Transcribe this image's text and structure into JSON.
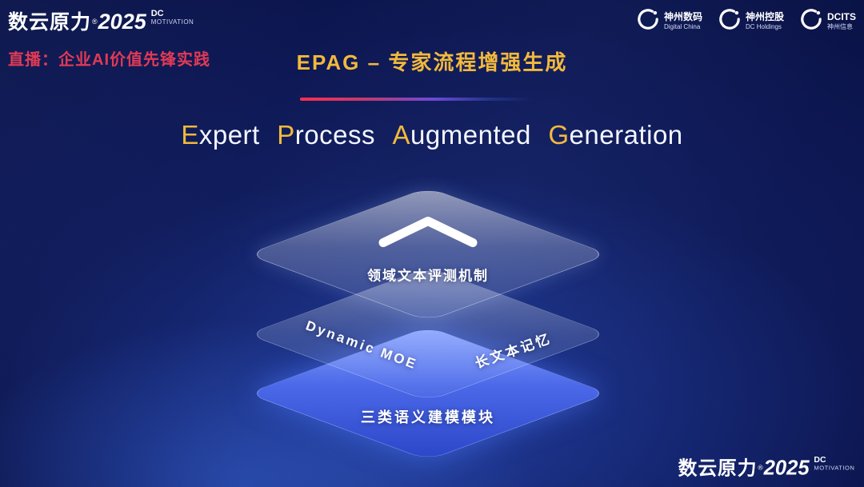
{
  "brand": {
    "cn": "数云原力",
    "reg": "®",
    "year": "2025",
    "dc": "DC",
    "motivation": "MOTIVATION"
  },
  "header": {
    "live_tag": "直播：企业AI价值先锋实践",
    "title": "EPAG – 专家流程增强生成",
    "logos": [
      {
        "line1": "神州数码",
        "line2": "Digital China"
      },
      {
        "line1": "神州控股",
        "line2": "DC Holdings"
      },
      {
        "line1": "DCITS",
        "line2": "神州信息"
      }
    ]
  },
  "main": {
    "heading_parts": [
      {
        "accent": "E",
        "rest": "xpert"
      },
      {
        "accent": "P",
        "rest": "rocess"
      },
      {
        "accent": "A",
        "rest": "ugmented"
      },
      {
        "accent": "G",
        "rest": "eneration"
      }
    ],
    "layers": {
      "top_label": "领域文本评测机制",
      "mid_label_left": "Dynamic MOE",
      "mid_label_right": "长文本记忆",
      "bottom_label": "三类语义建模模块"
    }
  },
  "colors": {
    "gold": "#f2b93c",
    "red": "#e13a55",
    "layer_blue": "#3e5de0"
  }
}
